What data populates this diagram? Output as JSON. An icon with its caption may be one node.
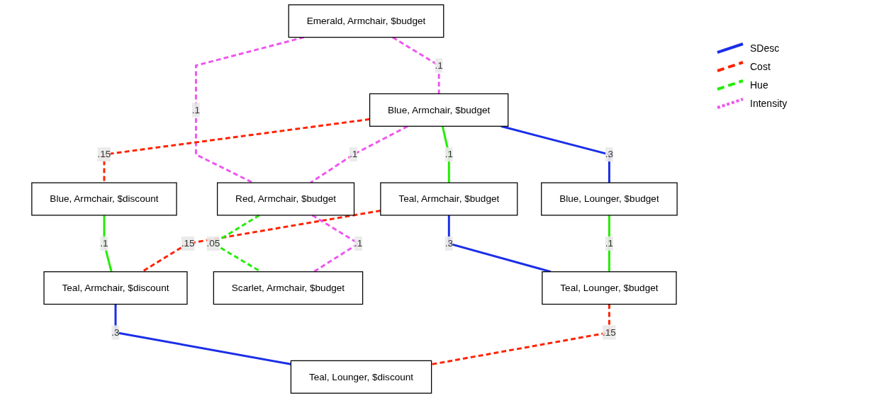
{
  "diagram": {
    "nodes": [
      {
        "text": [
          "Emerald, Armchair, $budget"
        ]
      },
      {
        "text": [
          "Blue, Armchair, $budget"
        ]
      },
      {
        "text": [
          "Blue, Armchair, $discount"
        ]
      },
      {
        "text": [
          "Red, Armchair, $budget"
        ]
      },
      {
        "text": [
          "Teal, Armchair, $budget"
        ]
      },
      {
        "text": [
          "Teal, Armchair, $discount"
        ]
      },
      {
        "text": [
          "Blue, Lounger, $budget"
        ]
      },
      {
        "text": [
          "Teal, Lounger, $discount"
        ]
      },
      {
        "text": [
          "Scarlet, Armchair, $budget"
        ]
      },
      {
        "text": [
          "Teal, Lounger, $budget"
        ]
      }
    ],
    "edges": [
      {
        "from": 0,
        "to": 1,
        "arrow": "none",
        "label": ".1",
        "style": "dashed",
        "color": "#ee55ee"
      },
      {
        "from": 0,
        "to": 3,
        "arrow": "none",
        "label": ".1",
        "style": "dashed",
        "color": "#ee55ee"
      },
      {
        "from": 1,
        "to": 3,
        "arrow": "none",
        "label": ".1",
        "style": "dashed",
        "color": "#ee55ee"
      },
      {
        "from": 1,
        "to": 6,
        "arrow": "none",
        "label": ".3",
        "color": "#1a2ee8"
      },
      {
        "from": 1,
        "to": 4,
        "arrow": "none",
        "label": ".1",
        "color": "#22ee00"
      },
      {
        "from": 1,
        "to": 2,
        "arrow": "none",
        "label": ".15",
        "style": "dashed",
        "color": "#ff2200"
      },
      {
        "from": 2,
        "to": 5,
        "arrow": "none",
        "label": ".1",
        "color": "#22ee00"
      },
      {
        "from": 4,
        "to": 5,
        "arrow": "none",
        "label": ".15",
        "style": "dashed",
        "color": "#ff2200"
      },
      {
        "from": 5,
        "to": 7,
        "arrow": "none",
        "label": ".3",
        "color": "#1a2ee8"
      },
      {
        "from": 4,
        "to": 9,
        "arrow": "none",
        "label": ".3",
        "color": "#1a2ee8"
      },
      {
        "from": 3,
        "to": 8,
        "arrow": "none",
        "label": ".05",
        "style": "dashed",
        "color": "#22ee00"
      },
      {
        "from": 3,
        "to": 8,
        "arrow": "none",
        "label": ".1",
        "style": "dashed",
        "color": "#ee55ee"
      },
      {
        "from": 6,
        "to": 9,
        "arrow": "none",
        "label": ".1",
        "color": "#22ee00"
      },
      {
        "from": 9,
        "to": 7,
        "arrow": "none",
        "label": ".15",
        "style": "dashed",
        "color": "#ff2200"
      }
    ],
    "legend": [
      {
        "text": "SDesc"
      },
      {
        "text": "Cost"
      },
      {
        "text": "Hue"
      },
      {
        "text": "Intensity"
      }
    ]
  }
}
